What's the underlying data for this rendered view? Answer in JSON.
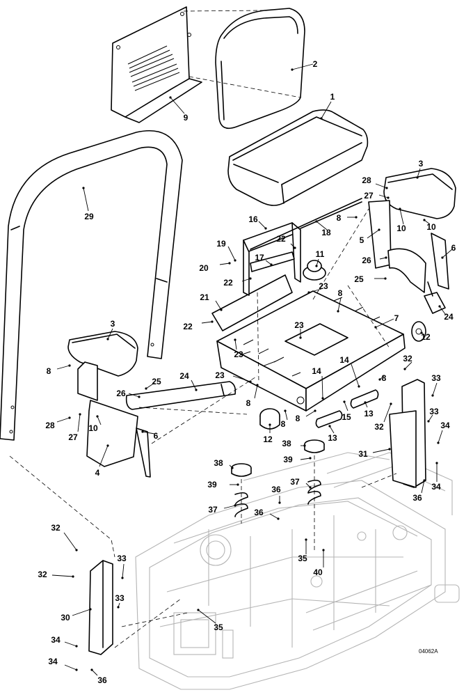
{
  "callouts": [
    {
      "label": "1"
    },
    {
      "label": "2"
    },
    {
      "label": "3"
    },
    {
      "label": "3"
    },
    {
      "label": "4"
    },
    {
      "label": "5"
    },
    {
      "label": "6"
    },
    {
      "label": "6"
    },
    {
      "label": "7"
    },
    {
      "label": "8"
    },
    {
      "label": "8"
    },
    {
      "label": "8"
    },
    {
      "label": "8"
    },
    {
      "label": "8"
    },
    {
      "label": "8"
    },
    {
      "label": "8"
    },
    {
      "label": "9"
    },
    {
      "label": "10"
    },
    {
      "label": "10"
    },
    {
      "label": "10"
    },
    {
      "label": "11"
    },
    {
      "label": "12"
    },
    {
      "label": "12"
    },
    {
      "label": "13"
    },
    {
      "label": "13"
    },
    {
      "label": "14"
    },
    {
      "label": "14"
    },
    {
      "label": "15"
    },
    {
      "label": "16"
    },
    {
      "label": "17"
    },
    {
      "label": "18"
    },
    {
      "label": "19"
    },
    {
      "label": "20"
    },
    {
      "label": "21"
    },
    {
      "label": "22"
    },
    {
      "label": "22"
    },
    {
      "label": "22"
    },
    {
      "label": "23"
    },
    {
      "label": "23"
    },
    {
      "label": "23"
    },
    {
      "label": "23"
    },
    {
      "label": "24"
    },
    {
      "label": "24"
    },
    {
      "label": "25"
    },
    {
      "label": "25"
    },
    {
      "label": "26"
    },
    {
      "label": "26"
    },
    {
      "label": "27"
    },
    {
      "label": "27"
    },
    {
      "label": "28"
    },
    {
      "label": "28"
    },
    {
      "label": "29"
    },
    {
      "label": "30"
    },
    {
      "label": "31"
    },
    {
      "label": "32"
    },
    {
      "label": "32"
    },
    {
      "label": "32"
    },
    {
      "label": "32"
    },
    {
      "label": "33"
    },
    {
      "label": "33"
    },
    {
      "label": "33"
    },
    {
      "label": "33"
    },
    {
      "label": "34"
    },
    {
      "label": "34"
    },
    {
      "label": "34"
    },
    {
      "label": "34"
    },
    {
      "label": "35"
    },
    {
      "label": "35"
    },
    {
      "label": "36"
    },
    {
      "label": "36"
    },
    {
      "label": "36"
    },
    {
      "label": "36"
    },
    {
      "label": "37"
    },
    {
      "label": "37"
    },
    {
      "label": "38"
    },
    {
      "label": "38"
    },
    {
      "label": "39"
    },
    {
      "label": "39"
    },
    {
      "label": "40"
    }
  ],
  "drawing_number": "04062A"
}
